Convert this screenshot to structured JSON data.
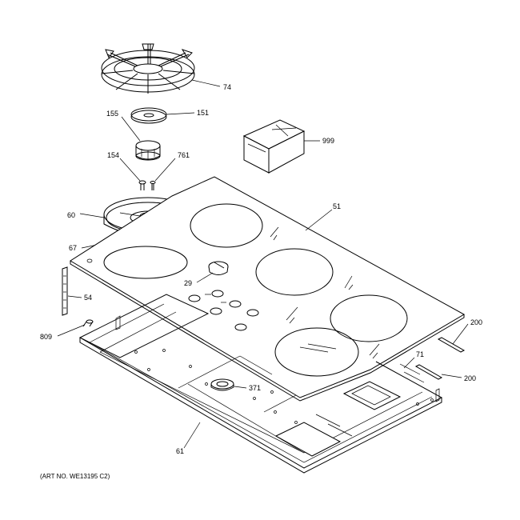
{
  "labels": {
    "grate": "74",
    "cap": "151",
    "burner_head": "155",
    "screw": "154",
    "electrode": "761",
    "burner_bowl": "60",
    "seal": "67",
    "cooktop": "51",
    "knob": "29",
    "box": "999",
    "bracket": "54",
    "screw_bottom": "809",
    "clip_upper": "200",
    "clip_lower": "200",
    "plate": "71",
    "grommet": "371",
    "pan": "61"
  },
  "caption": "(ART NO. WE13195 C2)"
}
